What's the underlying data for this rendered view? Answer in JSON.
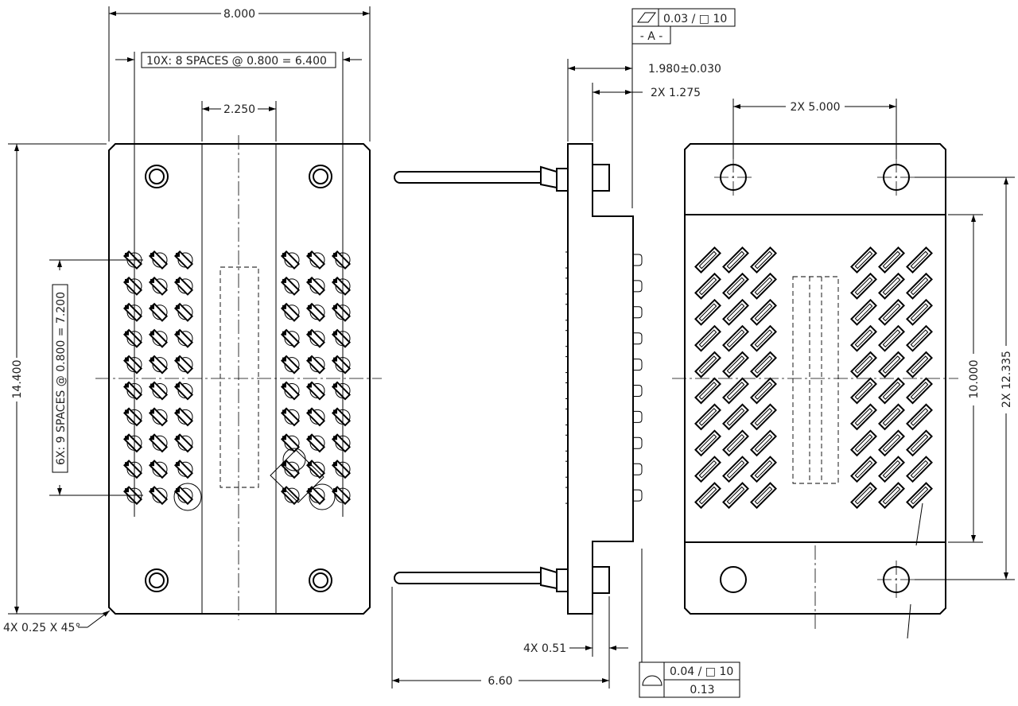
{
  "front_view": {
    "overall_width": "8.000",
    "pin_columns_note": "10X:  8 SPACES @ 0.800 =  6.400",
    "center_slot_width": "2.250",
    "overall_height": "14.400",
    "pin_rows_note": "6X:  9 SPACES @ 0.800 = 7.200",
    "corner_chamfer": "4X 0.25 X 45°"
  },
  "side_view": {
    "flatness_symbol": "flatness-symbol",
    "flatness_tolerance": "0.03 / □ 10",
    "datum_label": "- A -",
    "flange_thickness": "1.980±0.030",
    "step_dimension": "2X 1.275",
    "pin_diameter": "4X 0.51",
    "pin_length": "6.60",
    "profile_symbol": "profile-of-surface-symbol",
    "profile_tolerance": "0.04 / □ 10",
    "profile_value": "0.13"
  },
  "back_view": {
    "hole_spacing": "2X 5.000",
    "window_height": "10.000",
    "hole_pitch_vertical": "2X 12.335"
  }
}
